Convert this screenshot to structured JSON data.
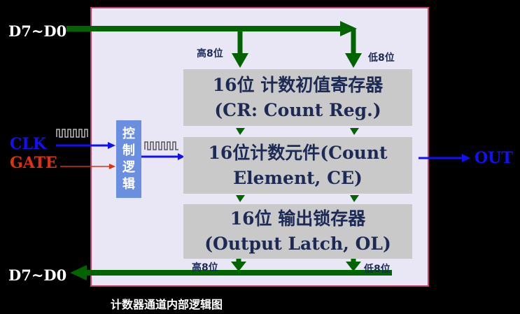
{
  "bus_in_label": "D7~D0",
  "bus_out_label": "D7~D0",
  "clk_label": "CLK",
  "gate_label": "GATE",
  "out_label": "OUT",
  "control": [
    "控",
    "制",
    "逻",
    "辑"
  ],
  "high_in": "高8位",
  "low_in": "低8位",
  "high_out": "高8位",
  "low_out": "低8位",
  "cr": {
    "line1": "16位  计数初值寄存器",
    "line2": "(CR: Count Reg.)"
  },
  "ce": {
    "line1": "16位计数元件(Count",
    "line2": "Element, CE)"
  },
  "ol": {
    "line1": "16位 输出锁存器",
    "line2": "(Output Latch, OL)"
  },
  "caption": "计数器通道内部逻辑图",
  "colors": {
    "background": "#000000",
    "panel": "#e9e6f6",
    "panel_border": "#c2406a",
    "block": "#c9c9c9",
    "bus": "#006400",
    "clk": "#1010ff",
    "gate": "#e03010",
    "control": "#6b8fe0"
  }
}
